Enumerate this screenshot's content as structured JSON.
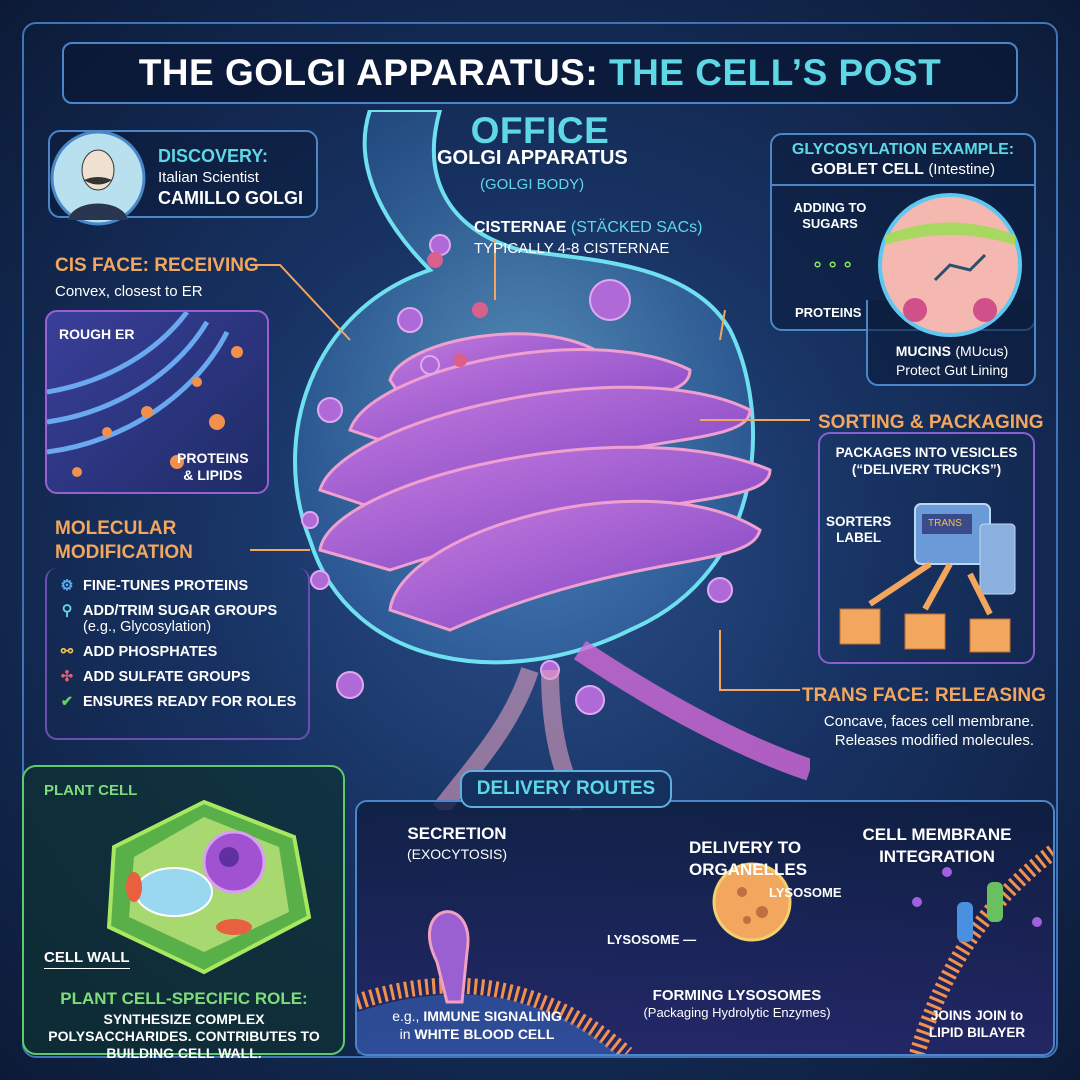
{
  "title": {
    "part1": "THE GOLGI APPARATUS:",
    "part2": "THE CELL’S POST OFFICE"
  },
  "discovery": {
    "heading": "DISCOVERY:",
    "line1": "Italian Scientist",
    "name": "CAMILLO GOLGI"
  },
  "cis_face": {
    "heading": "CIS FACE: RECEIVING",
    "desc": "Convex, closest to ER",
    "er_label": "ROUGH ER",
    "cargo_label_1": "PROTEINS",
    "cargo_label_2": "& LIPIDS"
  },
  "modification": {
    "heading_1": "MOLECULAR",
    "heading_2": "MODIFICATION",
    "items": [
      {
        "icon": "gear-icon",
        "label": "FINE-TUNES PROTEINS"
      },
      {
        "icon": "sugar-chain-icon",
        "label": "ADD/TRIM SUGAR GROUPS",
        "sub": "(e.g., Glycosylation)"
      },
      {
        "icon": "phosphate-icon",
        "label": "ADD PHOSPHATES"
      },
      {
        "icon": "sulfate-molecule-icon",
        "label": "ADD SULFATE GROUPS"
      },
      {
        "icon": "checkmark-icon",
        "label": "ENSURES READY FOR ROLES"
      }
    ]
  },
  "plant": {
    "label": "PLANT CELL",
    "wall_label": "CELL WALL",
    "heading": "PLANT CELL-SPECIFIC ROLE:",
    "desc": "SYNTHESIZE COMPLEX POLYSACCHARIDES. CONTRIBUTES TO BUILDING CELL WALL."
  },
  "center": {
    "title": "GOLGI APPARATUS",
    "subtitle": "(GOLGI BODY)",
    "cisternae": "CISTERNAE",
    "cisternae_sub": "(STÄCKED SACs)",
    "typical": "TYPICALLY 4-8 CISTERNAE"
  },
  "glyco": {
    "heading": "GLYCOSYLATION EXAMPLE:",
    "cell": "GOBLET CELL",
    "cell_sub": "(Intestine)",
    "adding_1": "ADDING TO",
    "adding_2": "SUGARS",
    "proteins": "PROTEINS",
    "mucins": "MUCINS",
    "mucins_sub": "(MUcus)",
    "protect": "Protect Gut Lining"
  },
  "sorting": {
    "heading": "SORTING & PACKAGING",
    "desc_1": "PACKAGES INTO VESICLES",
    "desc_2": "(“DELIVERY TRUCKS”)",
    "sorters_1": "SORTERS",
    "sorters_2": "LABEL",
    "machine_label": "TRANS"
  },
  "trans_face": {
    "heading": "TRANS FACE: RELEASING",
    "line1": "Concave, faces cell membrane.",
    "line2": "Releases modified molecules."
  },
  "routes": {
    "title": "DELIVERY ROUTES",
    "secretion": {
      "title": "SECRETION",
      "sub": "(EXOCYTOSIS)",
      "ex_1": "e.g., ",
      "ex_1b": "IMMUNE SIGNALING",
      "ex_2": "in ",
      "ex_2b": "WHITE BLOOD CELL"
    },
    "organelles": {
      "title_1": "DELIVERY TO",
      "title_2": "ORGANELLES",
      "lyso_a": "LYSOSOME",
      "lyso_b": "LYSOSOME —",
      "forming": "FORMING LYSOSOMES",
      "forming_sub": "(Packaging Hydrolytic Enzymes)"
    },
    "membrane": {
      "title_1": "CELL MEMBRANE",
      "title_2": "INTEGRATION",
      "joins_1": "JOINS JOIN to",
      "joins_2": "LIPID BILAYER"
    }
  },
  "colors": {
    "accent_cyan": "#5fd8e6",
    "accent_orange": "#f2a65e",
    "plant_green": "#7fdc7a",
    "golgi_purple": "#a35fd6"
  }
}
